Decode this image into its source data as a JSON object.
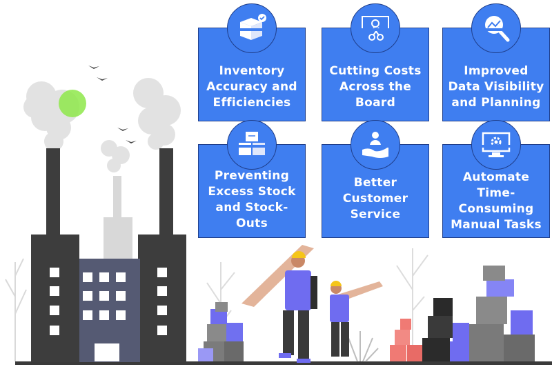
{
  "colors": {
    "card": "#3f7ef0",
    "card_border": "#1f3e8a",
    "building": "#3d3d3d",
    "accent": "#6f6cf0"
  },
  "cards": [
    {
      "label": "Inventory Accuracy and Efficiencies",
      "icon": "box-check-icon"
    },
    {
      "label": "Cutting Costs Across the Board",
      "icon": "banknote-scissors-icon"
    },
    {
      "label": "Improved Data Visibility and Planning",
      "icon": "magnifier-chart-icon"
    },
    {
      "label": "Preventing Excess Stock and Stock-Outs",
      "icon": "stacked-boxes-icon"
    },
    {
      "label": "Better Customer Service",
      "icon": "hand-person-icon"
    },
    {
      "label": "Automate Time-Consuming Manual Tasks",
      "icon": "monitor-gear-icon"
    }
  ]
}
